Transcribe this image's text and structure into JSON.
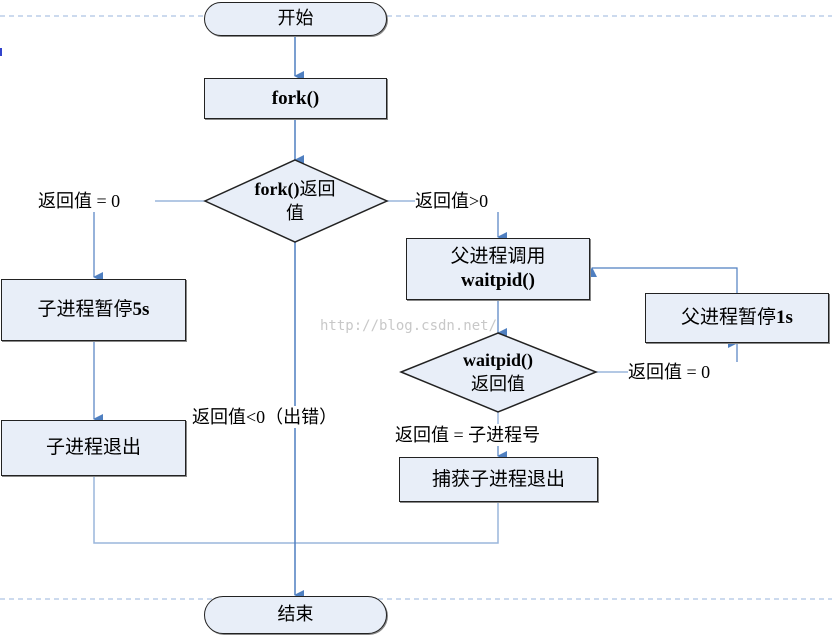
{
  "diagram": {
    "title": "fork() / waitpid() process flowchart",
    "colors": {
      "node_fill": "#e8eef8",
      "connector": "#4f7fc0",
      "connector_light": "#9ab5dc",
      "guide": "#9ab5dc",
      "border": "#222222"
    },
    "nodes": {
      "start": {
        "label": "开始"
      },
      "fork": {
        "label": "fork()"
      },
      "fork_decision": {
        "line1_code": "fork()",
        "line1_text": "返回",
        "line2": "值"
      },
      "child_sleep": {
        "label_text": "子进程暂停",
        "label_num": "5s"
      },
      "child_exit": {
        "label": "子进程退出"
      },
      "parent_wait": {
        "line1": "父进程调用",
        "line2": "waitpid()"
      },
      "waitpid_decision": {
        "line1": "waitpid()",
        "line2": "返回值"
      },
      "parent_sleep": {
        "label_text": "父进程暂停",
        "label_num": "1s"
      },
      "catch_exit": {
        "label": "捕获子进程退出"
      },
      "end": {
        "label": "结束"
      }
    },
    "edge_labels": {
      "eq0": "返回值 = 0",
      "gt0": "返回值>0",
      "lt0": "返回值<0（出错）",
      "waitpid_eq0": "返回值 = 0",
      "eq_pid": "返回值 = 子进程号"
    },
    "watermark": "http://blog.csdn.net/"
  }
}
